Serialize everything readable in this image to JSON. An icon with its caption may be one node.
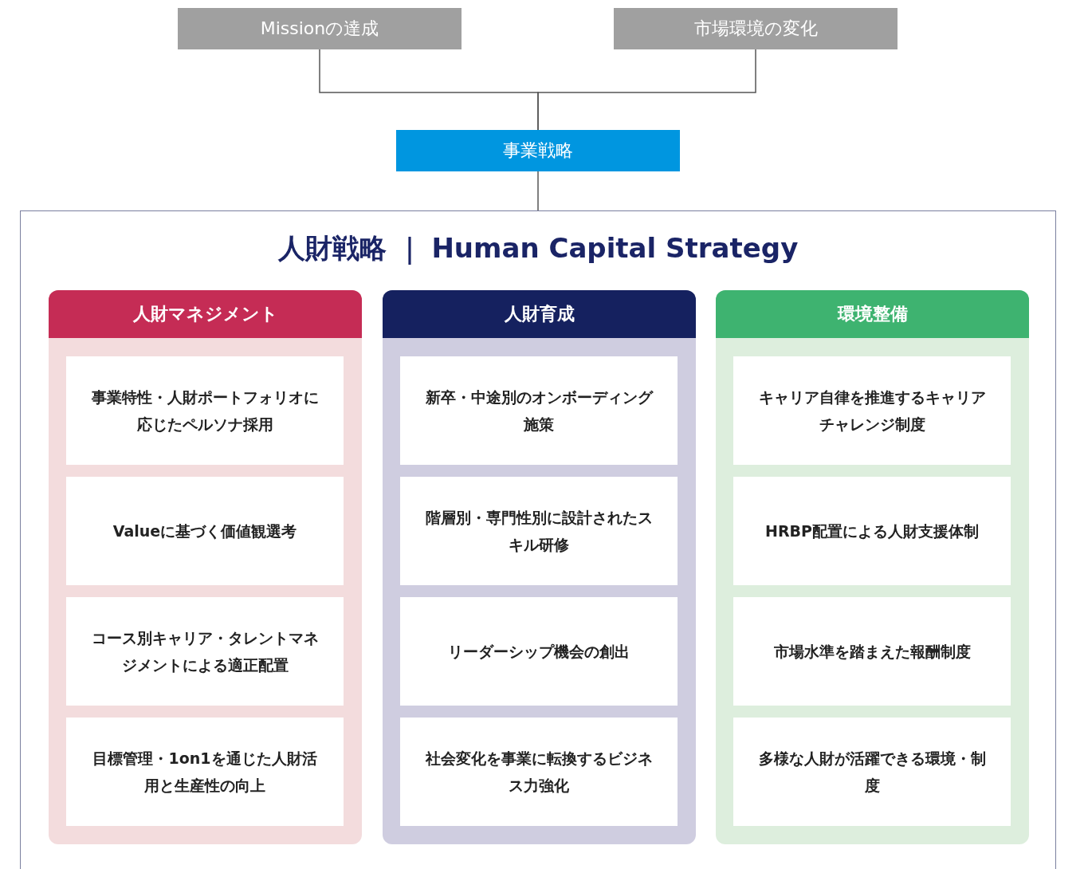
{
  "diagram": {
    "nodes": [
      {
        "text": [
          "Missionの達成"
        ]
      },
      {
        "text": [
          "市場環境の変化"
        ]
      },
      {
        "text": [
          "事業戦略"
        ]
      },
      {
        "text": [
          "人財戦略 ｜ Human Capital Strategy"
        ]
      },
      {
        "text": [
          "人財マネジメント"
        ],
        "in": 3
      },
      {
        "text": [
          "事業特性・人財ポートフォリオに応じたペルソナ採用"
        ],
        "in": 4
      },
      {
        "text": [
          "Valueに基づく価値観選考"
        ],
        "in": 4
      },
      {
        "text": [
          "コース別キャリア・タレントマネジメントによる適正配置"
        ],
        "in": 4
      },
      {
        "text": [
          "目標管理・1on1を通じた人財活用と生産性の向上"
        ],
        "in": 4
      },
      {
        "text": [
          "人財育成"
        ],
        "in": 3
      },
      {
        "text": [
          "新卒・中途別のオンボーディング施策"
        ],
        "in": 9
      },
      {
        "text": [
          "階層別・専門性別に設計されたスキル研修"
        ],
        "in": 9
      },
      {
        "text": [
          "リーダーシップ機会の創出"
        ],
        "in": 9
      },
      {
        "text": [
          "社会変化を事業に転換するビジネス力強化"
        ],
        "in": 9
      },
      {
        "text": [
          "環境整備"
        ],
        "in": 3
      },
      {
        "text": [
          "キャリア自律を推進するキャリアチャレンジ制度"
        ],
        "in": 14
      },
      {
        "text": [
          "HRBP配置による人財支援体制"
        ],
        "in": 14
      },
      {
        "text": [
          "市場水準を踏まえた報酬制度"
        ],
        "in": 14
      },
      {
        "text": [
          "多様な人財が活躍できる環境・制度"
        ],
        "in": 14
      }
    ],
    "edges": [
      {
        "from": 0,
        "to": 2,
        "arrow": "none"
      },
      {
        "from": 1,
        "to": 2,
        "arrow": "none"
      },
      {
        "from": 2,
        "to": 3,
        "arrow": "none"
      }
    ]
  }
}
